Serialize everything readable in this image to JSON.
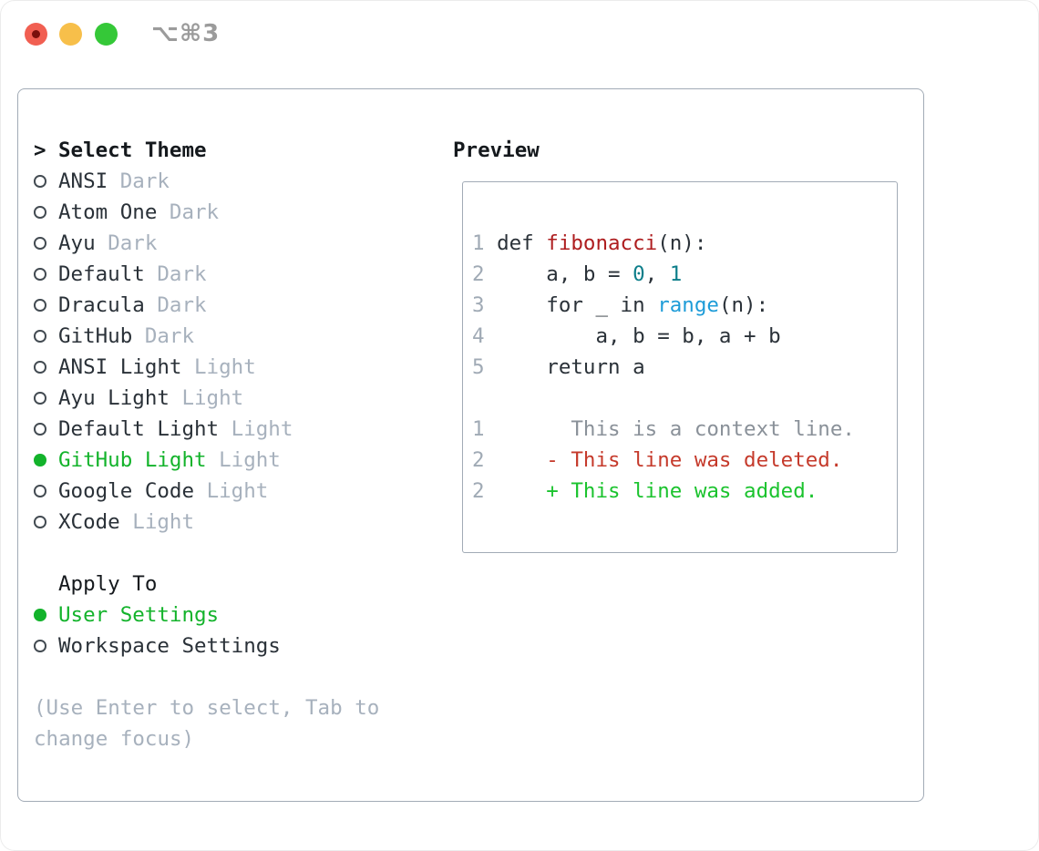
{
  "window": {
    "title": "⌥⌘3",
    "traffic_lights": [
      "close",
      "minimize",
      "maximize"
    ]
  },
  "palette": {
    "panel_border": "#a2abb6",
    "heading_text": "#15191d",
    "item_text": "#2a3138",
    "muted": "#a7b1bd",
    "accent_green": "#13b32b",
    "ring": "#434b52",
    "line_number": "#a0aab5",
    "code_text": "#2a3138",
    "function_red": "#ae1d1f",
    "number_teal": "#0d7e8a",
    "builtin_blue": "#1e9cd8",
    "diff_context": "#8a9199",
    "diff_deleted": "#c53a2b",
    "diff_added": "#1bc32e",
    "titlebar_text": "#9b9b9b",
    "traffic_red": "#f15f52",
    "traffic_red_dot": "#7a100c",
    "traffic_yellow": "#f7bf4a",
    "traffic_green": "#35c838"
  },
  "theme_picker": {
    "title": "Select Theme",
    "title_marker": ">",
    "items": [
      {
        "name": "ANSI",
        "variant": "Dark",
        "selected": false
      },
      {
        "name": "Atom One",
        "variant": "Dark",
        "selected": false
      },
      {
        "name": "Ayu",
        "variant": "Dark",
        "selected": false
      },
      {
        "name": "Default",
        "variant": "Dark",
        "selected": false
      },
      {
        "name": "Dracula",
        "variant": "Dark",
        "selected": false
      },
      {
        "name": "GitHub",
        "variant": "Dark",
        "selected": false
      },
      {
        "name": "ANSI Light",
        "variant": "Light",
        "selected": false
      },
      {
        "name": "Ayu Light",
        "variant": "Light",
        "selected": false
      },
      {
        "name": "Default Light",
        "variant": "Light",
        "selected": false
      },
      {
        "name": "GitHub Light",
        "variant": "Light",
        "selected": true
      },
      {
        "name": "Google Code",
        "variant": "Light",
        "selected": false
      },
      {
        "name": "XCode",
        "variant": "Light",
        "selected": false
      }
    ]
  },
  "apply_to": {
    "title": "Apply To",
    "options": [
      {
        "label": "User Settings",
        "selected": true
      },
      {
        "label": "Workspace Settings",
        "selected": false
      }
    ]
  },
  "help_text": [
    "(Use Enter to select, Tab to",
    "change focus)"
  ],
  "preview": {
    "title": "Preview",
    "code_lines": [
      {
        "tokens": [
          {
            "text": "1 ",
            "color": "line_number"
          },
          {
            "text": "def ",
            "color": "code_text"
          },
          {
            "text": "fibonacci",
            "color": "function_red"
          },
          {
            "text": "(n):",
            "color": "code_text"
          }
        ]
      },
      {
        "tokens": [
          {
            "text": "2 ",
            "color": "line_number"
          },
          {
            "text": "    a, b = ",
            "color": "code_text"
          },
          {
            "text": "0",
            "color": "number_teal"
          },
          {
            "text": ", ",
            "color": "code_text"
          },
          {
            "text": "1",
            "color": "number_teal"
          }
        ]
      },
      {
        "tokens": [
          {
            "text": "3 ",
            "color": "line_number"
          },
          {
            "text": "    for _ in ",
            "color": "code_text"
          },
          {
            "text": "range",
            "color": "builtin_blue"
          },
          {
            "text": "(n):",
            "color": "code_text"
          }
        ]
      },
      {
        "tokens": [
          {
            "text": "4 ",
            "color": "line_number"
          },
          {
            "text": "        a, b = b, a + b",
            "color": "code_text"
          }
        ]
      },
      {
        "tokens": [
          {
            "text": "5 ",
            "color": "line_number"
          },
          {
            "text": "    return a",
            "color": "code_text"
          }
        ]
      },
      {
        "tokens": []
      },
      {
        "tokens": [
          {
            "text": "1 ",
            "color": "line_number"
          },
          {
            "text": "      This is a context line.",
            "color": "diff_context"
          }
        ]
      },
      {
        "tokens": [
          {
            "text": "2 ",
            "color": "line_number"
          },
          {
            "text": "    - This line was deleted.",
            "color": "diff_deleted"
          }
        ]
      },
      {
        "tokens": [
          {
            "text": "2 ",
            "color": "line_number"
          },
          {
            "text": "    + This line was added.",
            "color": "diff_added"
          }
        ]
      }
    ]
  }
}
